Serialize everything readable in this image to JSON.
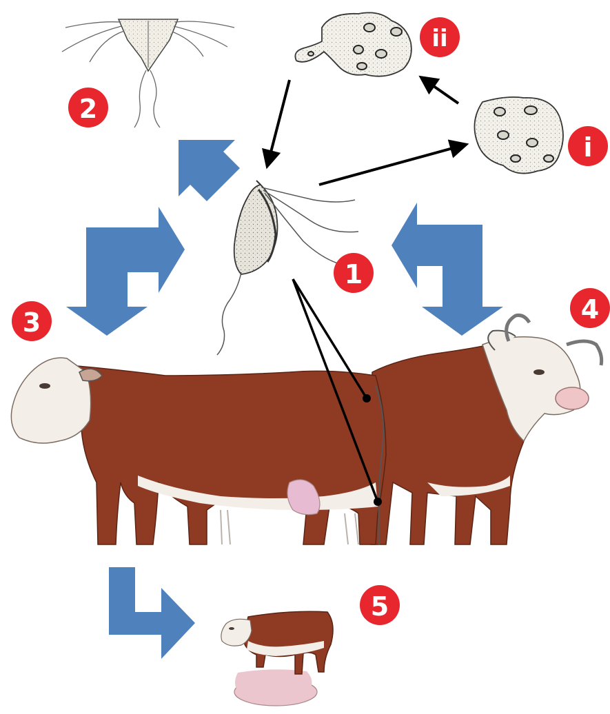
{
  "badges": {
    "b1": "1",
    "b2": "2",
    "b3": "3",
    "b4": "4",
    "b5": "5",
    "bi": "i",
    "bii": "ii"
  },
  "colors": {
    "badge": "#e8262d",
    "flow_arrow": "#4f81bd",
    "cow_body": "#8f3b24",
    "cow_white": "#f3eee8",
    "udder": "#e7bcd2",
    "puddle": "#ebc6cf",
    "cell": "#f2f0ea"
  },
  "icons": {
    "trophozoite": "trichomonas-trophozoite-icon",
    "pseudocyst": "pseudocyst-icon",
    "budding_form": "budding-pseudocyst-icon",
    "stage_2": "detached-form-icon",
    "cow_left": "cow-icon",
    "bull_right": "bull-icon",
    "aborted_calf": "aborted-calf-icon"
  }
}
